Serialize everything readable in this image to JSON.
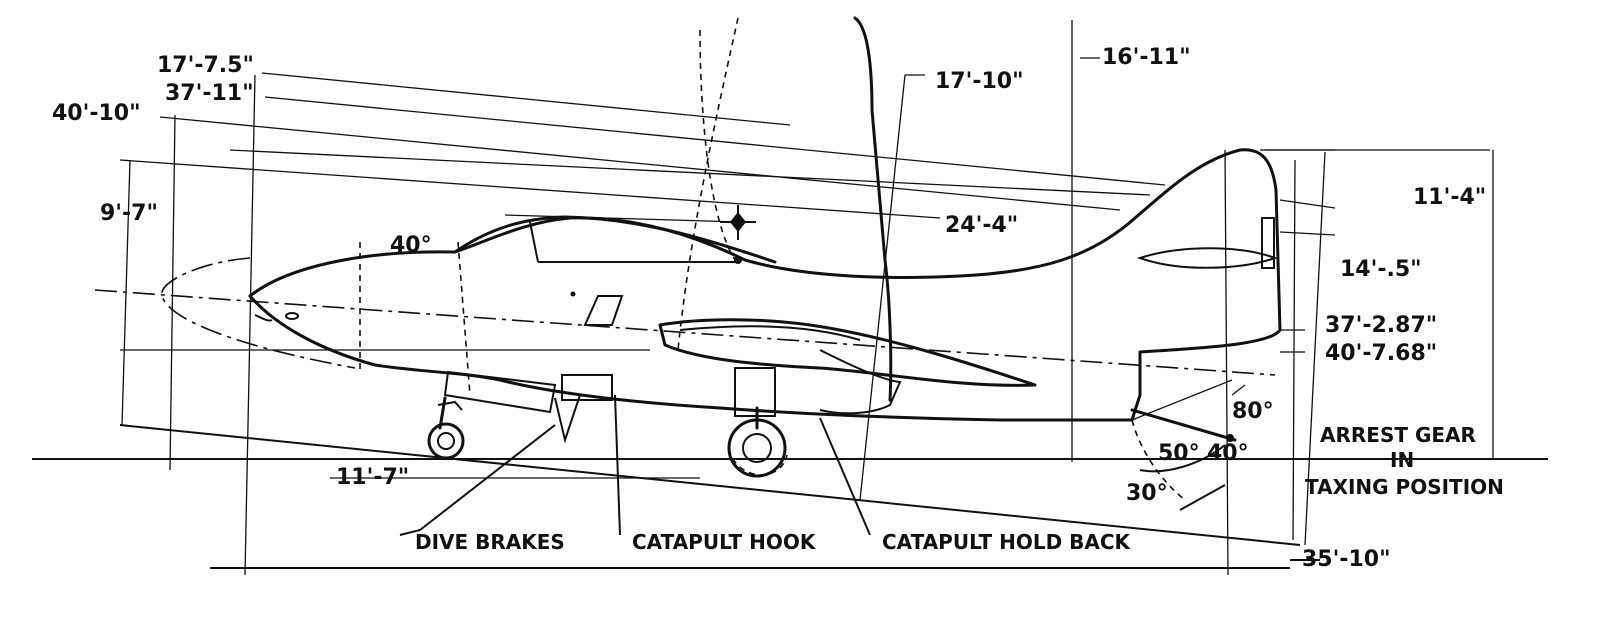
{
  "dimensions": {
    "d_17_7_5": "17'-7.5\"",
    "d_37_11": "37'-11\"",
    "d_40_10": "40'-10\"",
    "d_9_7": "9'-7\"",
    "d_40_deg": "40°",
    "d_17_10": "17'-10\"",
    "d_16_11": "16'-11\"",
    "d_24_4": "24'-4\"",
    "d_11_4": "11'-4\"",
    "d_14_5": "14'-.5\"",
    "d_37_2_87": "37'-2.87\"",
    "d_40_7_68": "40'-7.68\"",
    "d_80_deg": "80°",
    "d_50_deg": "50°",
    "d_40_deg_b": "40°",
    "d_30_deg": "30°",
    "d_11_7": "11'-7\"",
    "d_35_10": "35'-10\""
  },
  "labels": {
    "dive_brakes": "DIVE BRAKES",
    "catapult_hook": "CATAPULT HOOK",
    "catapult_hold_back": "CATAPULT HOLD BACK",
    "arrest_gear_line1": "ARREST GEAR",
    "arrest_gear_line2": "IN",
    "arrest_gear_line3": "TAXING POSITION"
  }
}
